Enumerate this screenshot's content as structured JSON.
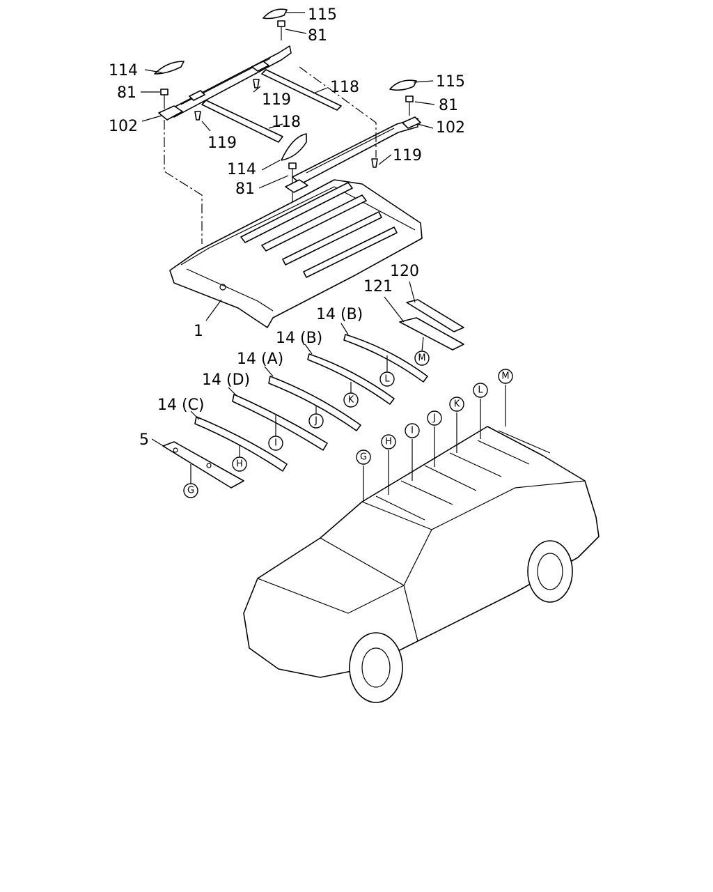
{
  "labels": {
    "p115a": "115",
    "p81a": "81",
    "p114a": "114",
    "p81b": "81",
    "p102a": "102",
    "p119a": "119",
    "p118a": "118",
    "p118b": "118",
    "p119b": "119",
    "p115b": "115",
    "p81c": "81",
    "p102b": "102",
    "p119c": "119",
    "p114b": "114",
    "p81d": "81",
    "p1": "1",
    "p120": "120",
    "p121": "121",
    "p14b1": "14 (B)",
    "p14b2": "14 (B)",
    "p14a": "14 (A)",
    "p14d": "14 (D)",
    "p14c": "14 (C)",
    "p5": "5"
  },
  "callouts": {
    "m_part": "M",
    "l_part": "L",
    "k_part": "K",
    "j_part": "J",
    "i_part": "I",
    "h_part": "H",
    "g_part": "G",
    "g_car": "G",
    "h_car": "H",
    "i_car": "I",
    "j_car": "J",
    "k_car": "K",
    "l_car": "L",
    "m_car": "M"
  }
}
